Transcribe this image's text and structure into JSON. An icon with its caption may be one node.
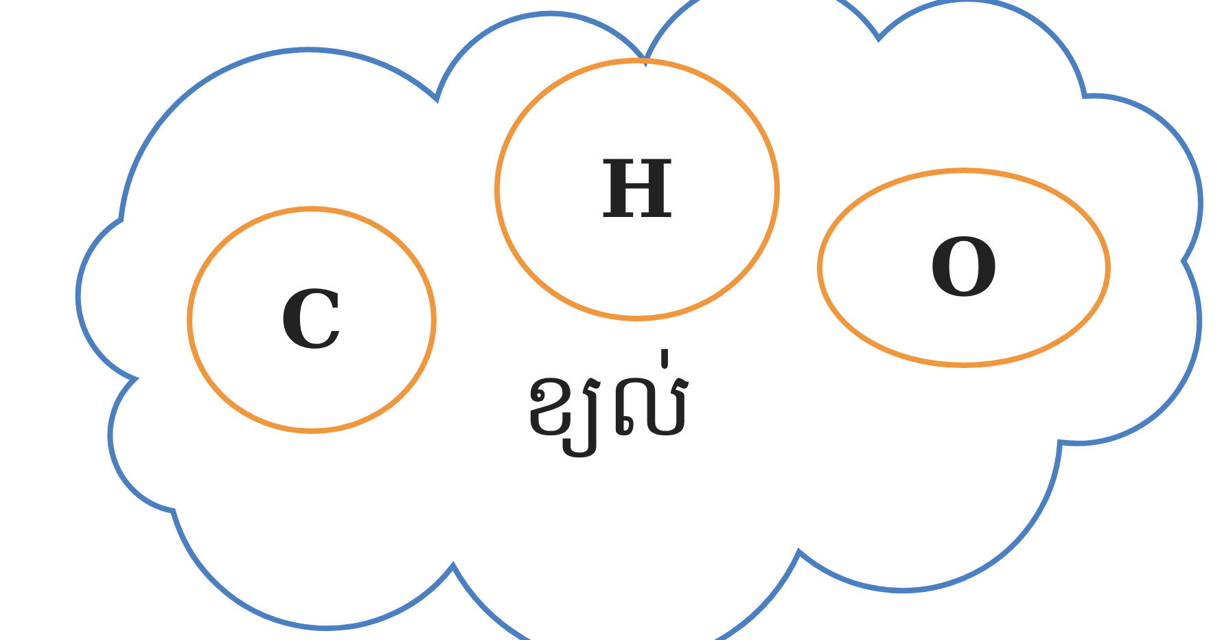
{
  "diagram": {
    "nodes": [
      {
        "text": [
          "ខ្យល់"
        ]
      },
      {
        "text": [
          "C"
        ],
        "in": 0
      },
      {
        "text": [
          "H"
        ],
        "in": 0
      },
      {
        "text": [
          "O"
        ],
        "in": 0
      }
    ]
  }
}
